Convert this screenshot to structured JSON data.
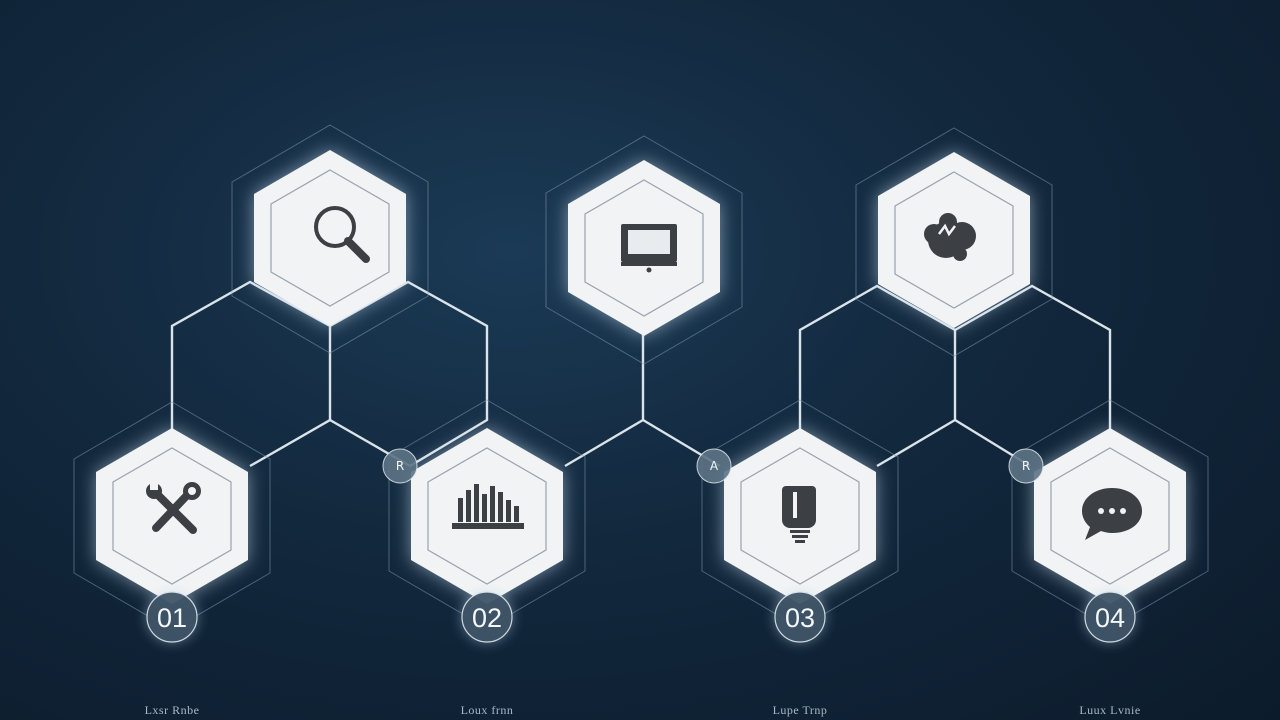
{
  "steps": [
    {
      "number": "01",
      "icon": "tools-icon",
      "caption": "Lxsr Rnbe"
    },
    {
      "number": "02",
      "icon": "bar-chart-icon",
      "caption": "Loux frnn"
    },
    {
      "number": "03",
      "icon": "lightbulb-icon",
      "caption": "Lupe Trnp"
    },
    {
      "number": "04",
      "icon": "chat-bubble-icon",
      "caption": "Luux Lvnie"
    }
  ],
  "top_icons": [
    "magnifier-icon",
    "monitor-icon",
    "gear-cloud-icon"
  ],
  "monitor_label": "",
  "connector_labels": [
    "R",
    "A",
    "R"
  ],
  "colors": {
    "background": "#12283d",
    "hexagon": "#f2f3f5",
    "icon": "#3c3f44",
    "badge": "#3f5568",
    "line": "#e6edf3"
  }
}
